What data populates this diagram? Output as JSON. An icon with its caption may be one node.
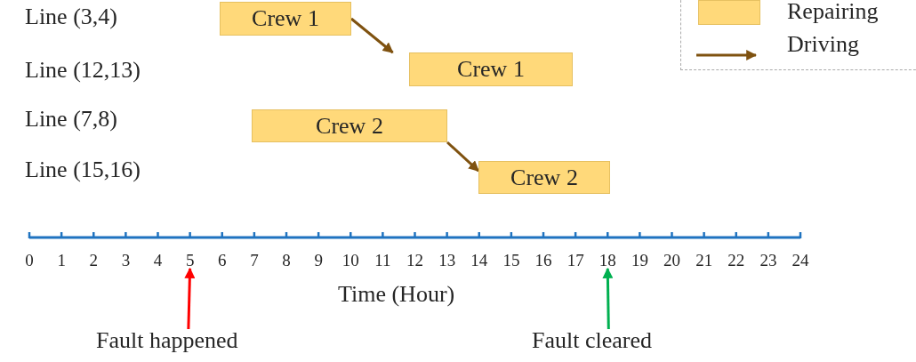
{
  "diagram": {
    "nodes": [
      {
        "text": [
          "Crew 1"
        ]
      },
      {
        "text": [
          "Crew 1"
        ]
      },
      {
        "text": [
          "Crew 2"
        ]
      },
      {
        "text": [
          "Crew 2"
        ]
      },
      {
        "text": [
          "Fault happened"
        ]
      },
      {
        "text": [
          "Fault cleared"
        ]
      },
      {
        "text": [
          "5"
        ]
      },
      {
        "text": [
          "18"
        ]
      }
    ],
    "edges": [
      {
        "from": 0,
        "to": 1,
        "arrow": "to"
      },
      {
        "from": 2,
        "to": 3,
        "arrow": "to"
      },
      {
        "from": 4,
        "to": 6,
        "arrow": "to",
        "color": "#ff0000"
      },
      {
        "from": 5,
        "to": 7,
        "arrow": "to",
        "color": "#00b050"
      }
    ],
    "labels": [
      "Line (3,4)",
      "Line (12,13)",
      "Line (7,8)",
      "Line (15,16)",
      "0",
      "1",
      "2",
      "3",
      "4",
      "6",
      "7",
      "8",
      "9",
      "10",
      "11",
      "12",
      "13",
      "14",
      "15",
      "16",
      "17",
      "19",
      "20",
      "21",
      "22",
      "23",
      "24",
      "Time (Hour)"
    ],
    "legend": [
      {
        "text": "Repairing",
        "color": "#ffd97a"
      },
      {
        "text": "Driving"
      }
    ]
  }
}
